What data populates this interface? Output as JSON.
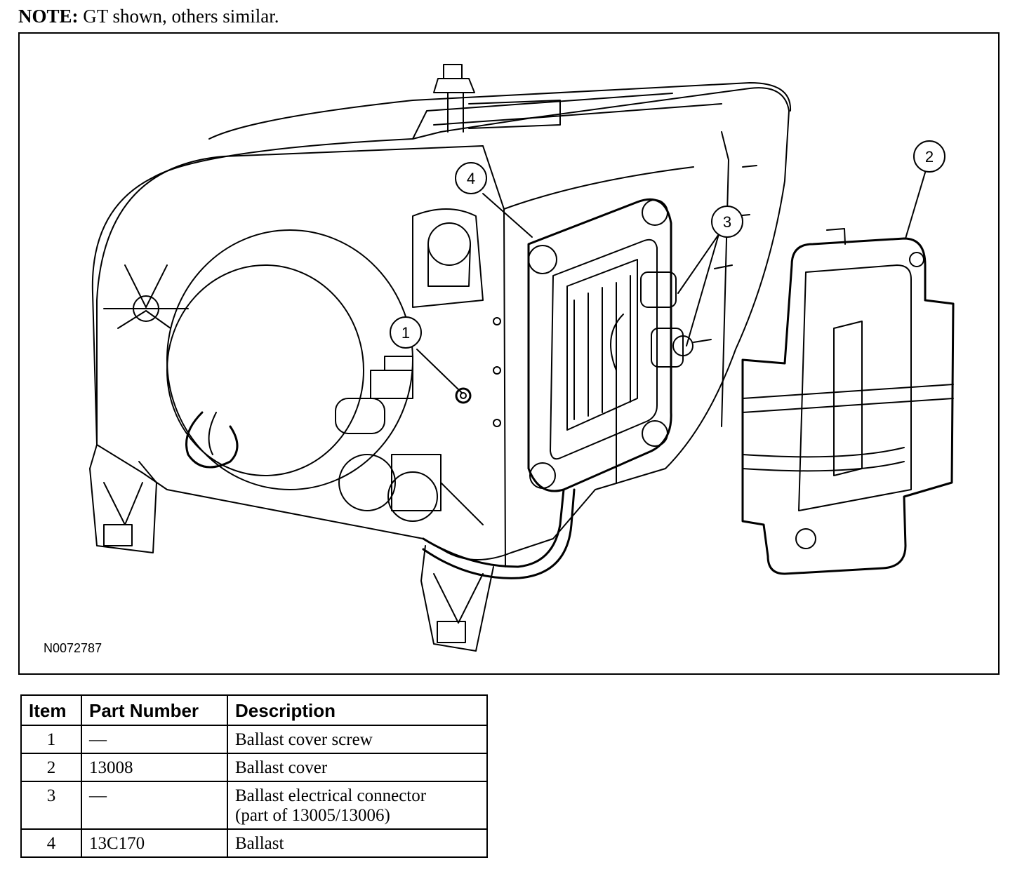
{
  "note": {
    "label": "NOTE:",
    "text": " GT shown, others similar."
  },
  "figure": {
    "id": "N0072787",
    "callouts": [
      "1",
      "2",
      "3",
      "4"
    ]
  },
  "table": {
    "headers": {
      "item": "Item",
      "part_number": "Part Number",
      "description": "Description"
    },
    "rows": [
      {
        "item": "1",
        "part_number": "—",
        "description": "Ballast cover screw"
      },
      {
        "item": "2",
        "part_number": "13008",
        "description": "Ballast cover"
      },
      {
        "item": "3",
        "part_number": "—",
        "description": "Ballast electrical connector",
        "description_line2": "(part of 13005/13006)"
      },
      {
        "item": "4",
        "part_number": "13C170",
        "description": "Ballast"
      }
    ]
  }
}
